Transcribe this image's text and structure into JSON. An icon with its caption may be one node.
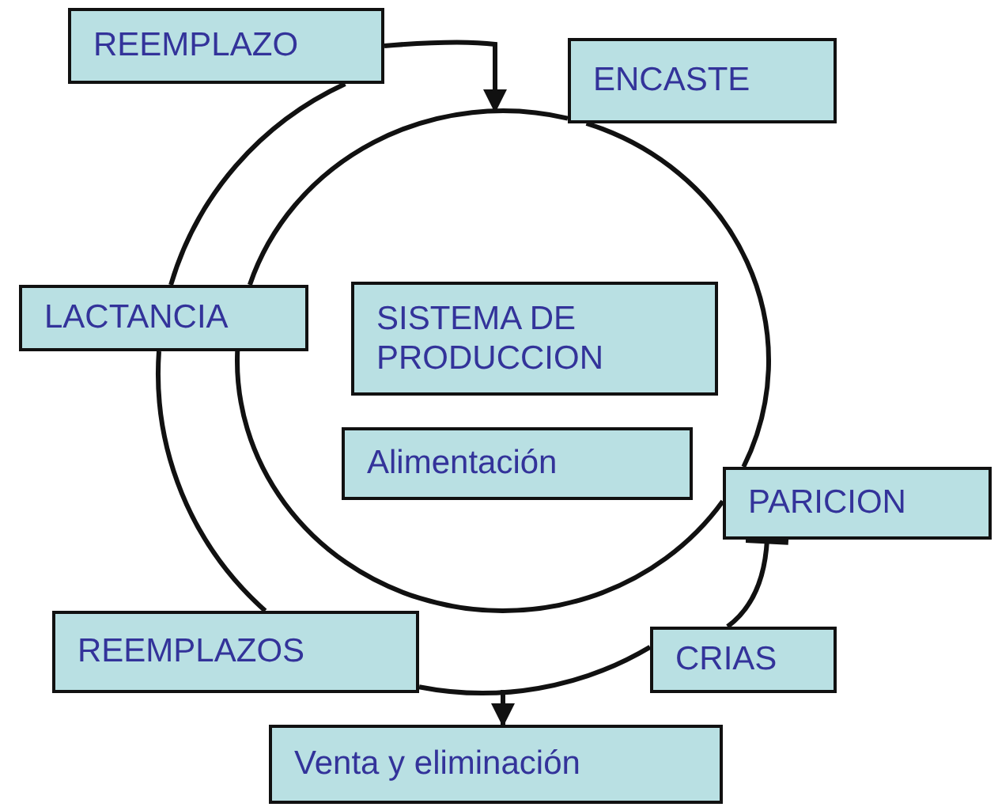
{
  "diagram": {
    "nodes": [
      {
        "text": [
          "REEMPLAZO"
        ]
      },
      {
        "text": [
          "ENCASTE"
        ]
      },
      {
        "text": [
          "LACTANCIA"
        ]
      },
      {
        "text": [
          "SISTEMA DE PRODUCCION"
        ]
      },
      {
        "text": [
          "Alimentación"
        ]
      },
      {
        "text": [
          "PARICION"
        ]
      },
      {
        "text": [
          "REEMPLAZOS"
        ]
      },
      {
        "text": [
          "CRIAS"
        ]
      },
      {
        "text": [
          "Venta y eliminación"
        ]
      }
    ],
    "edges": [
      {
        "from": 2,
        "to": 1,
        "arrow": "none"
      },
      {
        "from": 0,
        "to": null,
        "arrow": "to"
      },
      {
        "from": 1,
        "to": 5,
        "arrow": "none"
      },
      {
        "from": 5,
        "to": 2,
        "arrow": "none"
      },
      {
        "from": 5,
        "to": 7,
        "arrow": "other"
      },
      {
        "from": 0,
        "to": 2,
        "arrow": "none"
      },
      {
        "from": 2,
        "to": 6,
        "arrow": "none"
      },
      {
        "from": 6,
        "to": 7,
        "arrow": "none"
      },
      {
        "from": null,
        "to": 8,
        "arrow": "to"
      }
    ]
  }
}
